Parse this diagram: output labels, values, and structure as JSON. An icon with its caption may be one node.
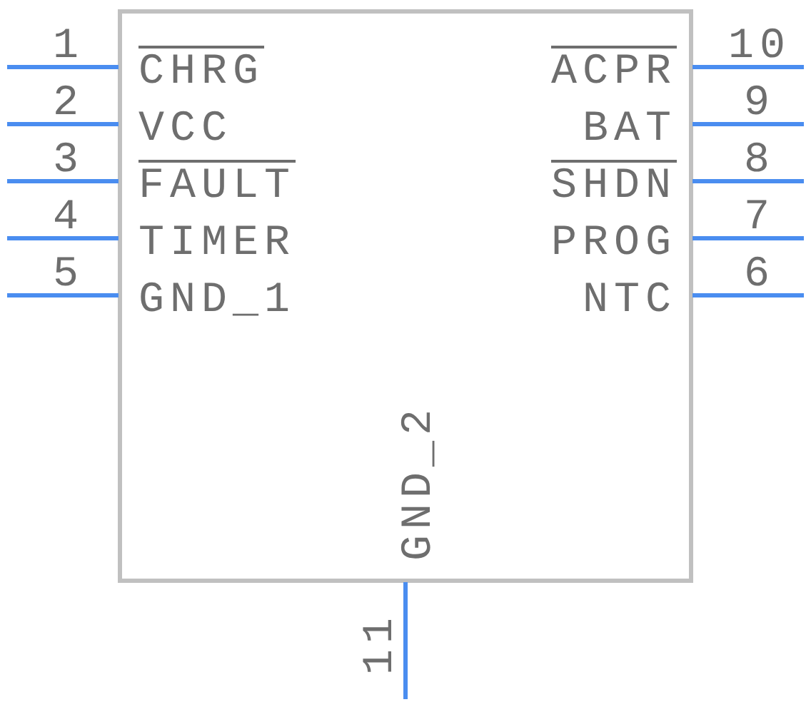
{
  "diagram": {
    "labels": [
      "1",
      "10",
      "CHRG",
      "ACPR",
      "2",
      "9",
      "VCC",
      "BAT",
      "3",
      "8",
      "FAULT",
      "SHDN",
      "4",
      "7",
      "TIMER",
      "PROG",
      "5",
      "6",
      "GND_1",
      "NTC",
      "GND_2",
      "11"
    ]
  }
}
